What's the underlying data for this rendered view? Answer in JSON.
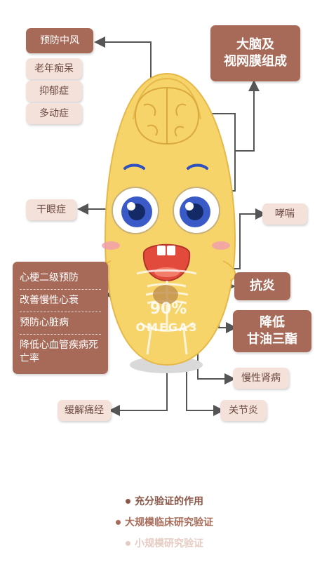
{
  "left_labels": {
    "stroke": "预防中风",
    "dementia": "老年痴呆",
    "depression": "抑郁症",
    "adhd": "多动症",
    "dry_eye": "干眼症",
    "menstrual": "缓解痛经"
  },
  "heart_group": [
    "心梗二级预防",
    "改善慢性心衰",
    "预防心脏病",
    "降低心血管疾病死亡率"
  ],
  "right_labels": {
    "brain_retina": [
      "大脑及",
      "视网膜组成"
    ],
    "asthma": "哮喘",
    "anti_inflammation": "抗炎",
    "triglycerides": [
      "降低",
      "甘油三酯"
    ],
    "kidney": "慢性肾病",
    "arthritis": "关节炎"
  },
  "character_text": {
    "percent": "90%",
    "omega": "OMEGA3"
  },
  "legend": [
    {
      "label": "充分验证的作用",
      "color": "#8a5648"
    },
    {
      "label": "大规模临床研究验证",
      "color": "#a86a58"
    },
    {
      "label": "小规模研究验证",
      "color": "#e6cbc2"
    }
  ],
  "colors": {
    "dark": "#a86a58",
    "light": "#f4e1da",
    "body": "#f6d46a",
    "line": "#555555"
  }
}
